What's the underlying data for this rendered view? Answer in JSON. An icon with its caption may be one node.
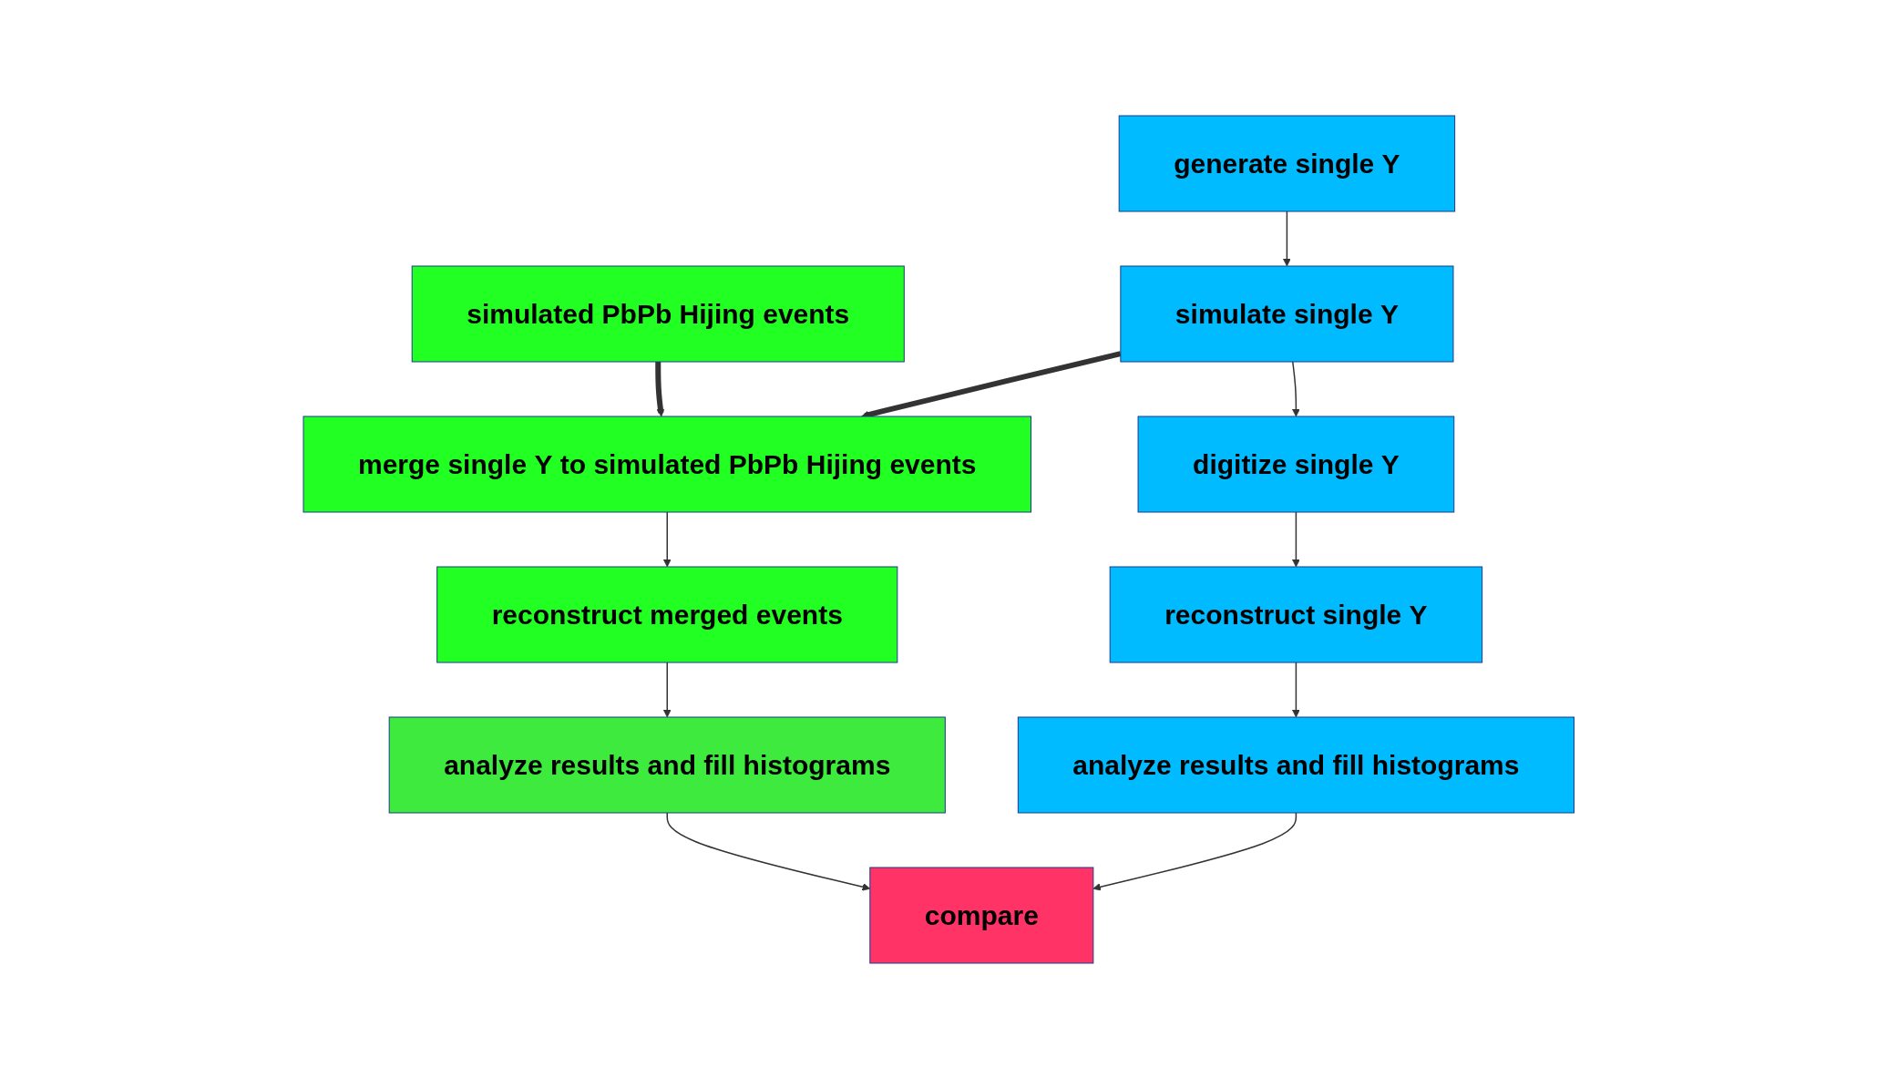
{
  "diagram": {
    "nodes": [
      {
        "text": [
          "generate single Υ"
        ]
      },
      {
        "text": [
          "simulated PbPb Hijing events"
        ]
      },
      {
        "text": [
          "simulate single Υ"
        ]
      },
      {
        "text": [
          "merge single Υ to simulated PbPb Hijing events"
        ]
      },
      {
        "text": [
          "digitize single Υ"
        ]
      },
      {
        "text": [
          "reconstruct single Υ"
        ]
      },
      {
        "text": [
          "reconstruct merged events"
        ]
      },
      {
        "text": [
          "analyze results and fill histograms"
        ]
      },
      {
        "text": [
          "analyze results and fill histograms"
        ]
      },
      {
        "text": [
          "compare"
        ]
      }
    ],
    "edges": [
      {
        "from": 0,
        "to": 2,
        "arrow": "to"
      },
      {
        "from": 2,
        "to": 4,
        "arrow": "to"
      },
      {
        "from": 4,
        "to": 5,
        "arrow": "to"
      },
      {
        "from": 5,
        "to": 7,
        "arrow": "to"
      },
      {
        "from": 1,
        "to": 3,
        "arrow": "to",
        "style": "thick"
      },
      {
        "from": 2,
        "to": 3,
        "arrow": "to",
        "style": "thick"
      },
      {
        "from": 3,
        "to": 6,
        "arrow": "to"
      },
      {
        "from": 6,
        "to": 8,
        "arrow": "to"
      },
      {
        "from": 7,
        "to": 9,
        "arrow": "to"
      },
      {
        "from": 8,
        "to": 9,
        "arrow": "to"
      }
    ]
  }
}
